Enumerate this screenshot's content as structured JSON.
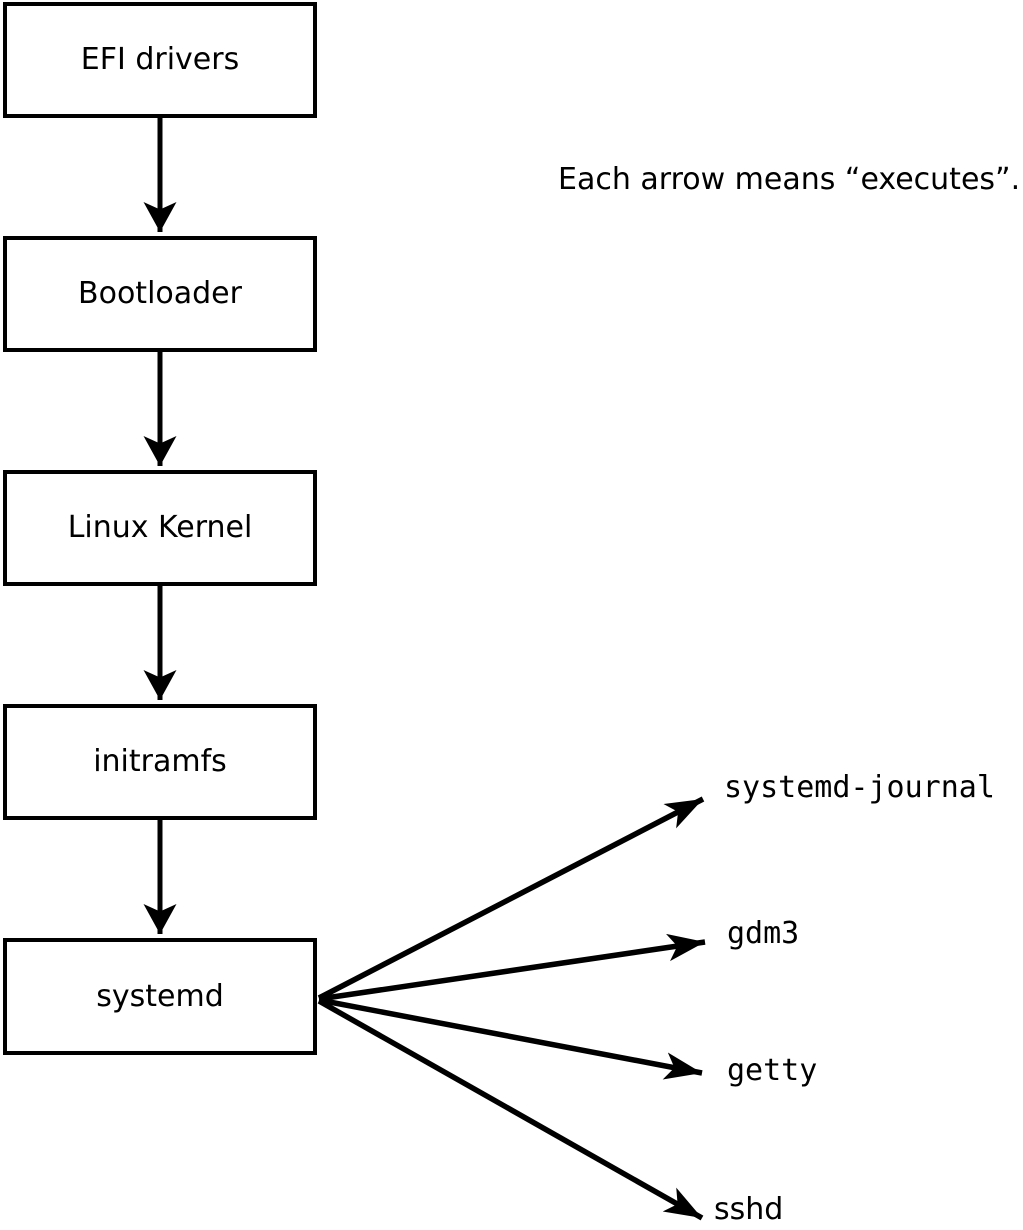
{
  "page": {
    "background_color": "#ffffff",
    "foreground_color": "#000000"
  },
  "annotation": {
    "text": "Each arrow means “executes”."
  },
  "boot_chain": {
    "nodes": [
      {
        "id": "efi-drivers",
        "label": "EFI drivers"
      },
      {
        "id": "bootloader",
        "label": "Bootloader"
      },
      {
        "id": "linux-kernel",
        "label": "Linux Kernel"
      },
      {
        "id": "initramfs",
        "label": "initramfs"
      },
      {
        "id": "systemd",
        "label": "systemd"
      }
    ]
  },
  "services": {
    "items": [
      {
        "id": "systemd-journal",
        "label": "systemd-journal"
      },
      {
        "id": "gdm3",
        "label": "gdm3"
      },
      {
        "id": "getty",
        "label": "getty"
      },
      {
        "id": "sshd",
        "label": "sshd"
      }
    ]
  },
  "edges": {
    "meaning": "executes",
    "list": [
      {
        "from": "EFI drivers",
        "to": "Bootloader"
      },
      {
        "from": "Bootloader",
        "to": "Linux Kernel"
      },
      {
        "from": "Linux Kernel",
        "to": "initramfs"
      },
      {
        "from": "initramfs",
        "to": "systemd"
      },
      {
        "from": "systemd",
        "to": "systemd-journal"
      },
      {
        "from": "systemd",
        "to": "gdm3"
      },
      {
        "from": "systemd",
        "to": "getty"
      },
      {
        "from": "systemd",
        "to": "sshd"
      }
    ]
  }
}
